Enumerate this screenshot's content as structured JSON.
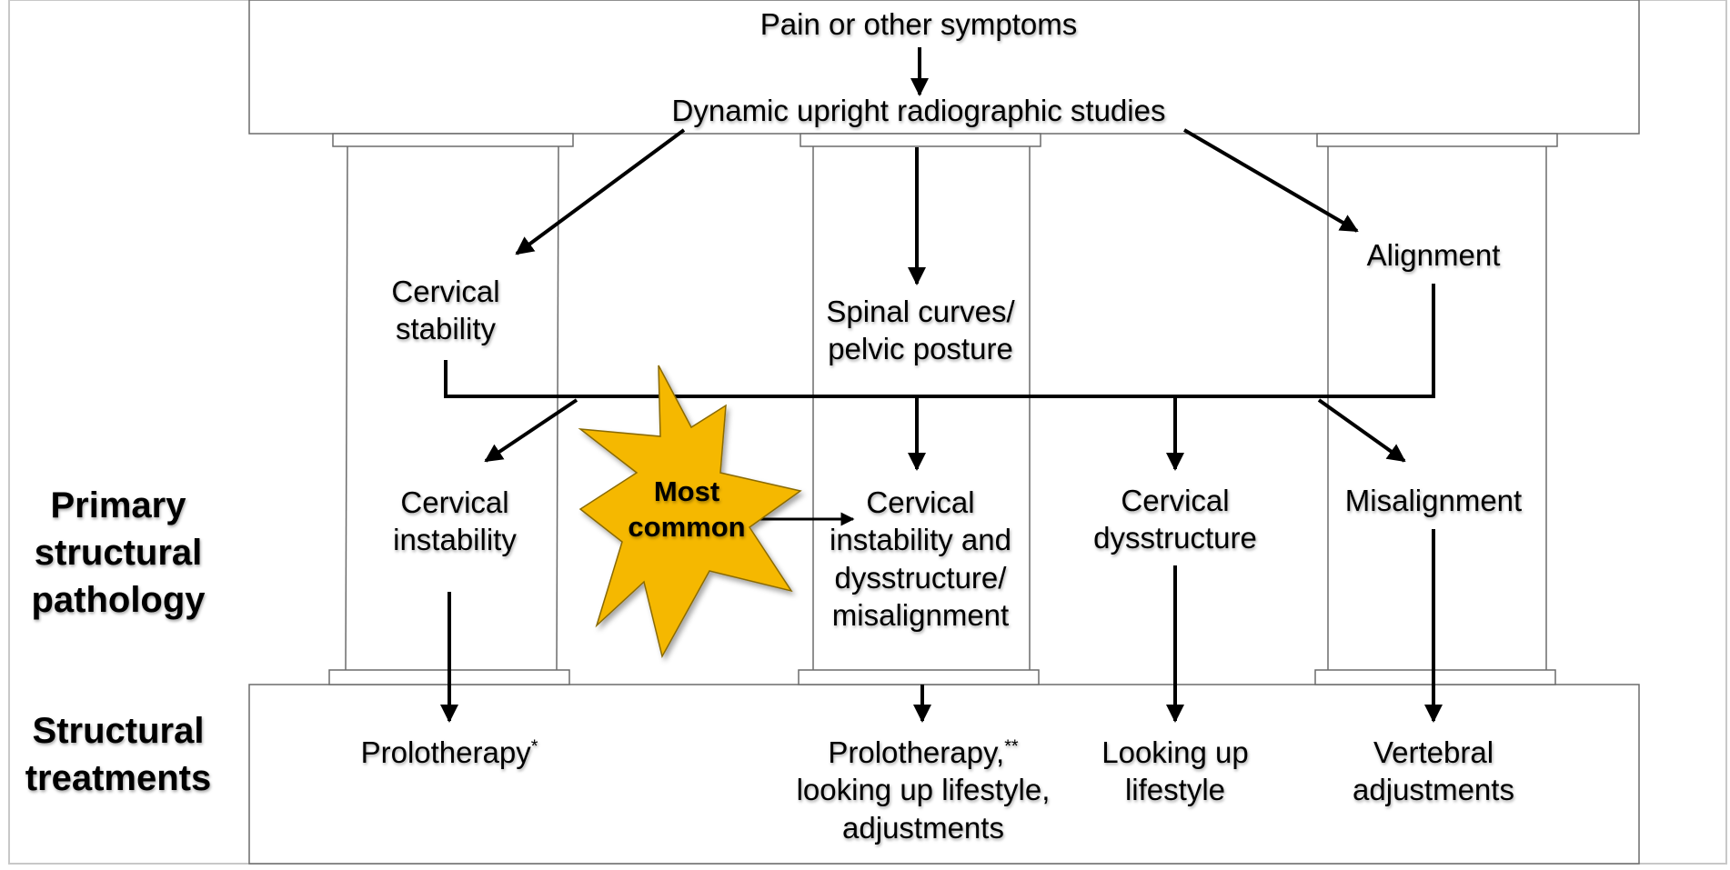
{
  "top": {
    "symptoms": "Pain or other symptoms",
    "studies": "Dynamic upright radiographic studies"
  },
  "assessment": {
    "stability_line1": "Cervical",
    "stability_line2": "stability",
    "curves_line1": "Spinal curves/",
    "curves_line2": "pelvic posture",
    "alignment": "Alignment"
  },
  "pathology": {
    "instability_line1": "Cervical",
    "instability_line2": "instability",
    "combined_line1": "Cervical",
    "combined_line2": "instability and",
    "combined_line3": "dysstructure/",
    "combined_line4": "misalignment",
    "dysstructure_line1": "Cervical",
    "dysstructure_line2": "dysstructure",
    "misalignment": "Misalignment",
    "burst_line1": "Most",
    "burst_line2": "common"
  },
  "treatments": {
    "prolo_single": "Prolotherapy",
    "prolo_single_mark": "*",
    "prolo_combo_line1": "Prolotherapy,",
    "prolo_combo_mark": "**",
    "prolo_combo_line2": "looking up lifestyle,",
    "prolo_combo_line3": "adjustments",
    "lookingup_line1": "Looking up",
    "lookingup_line2": "lifestyle",
    "vertebral_line1": "Vertebral",
    "vertebral_line2": "adjustments"
  },
  "side_labels": {
    "primary_line1": "Primary",
    "primary_line2": "structural",
    "primary_line3": "pathology",
    "structural_line1": "Structural",
    "structural_line2": "treatments"
  },
  "colors": {
    "burst_fill": "#F5B800",
    "burst_stroke": "#8a6a00",
    "arrow": "#000000",
    "frame": "#6b6b6b"
  }
}
